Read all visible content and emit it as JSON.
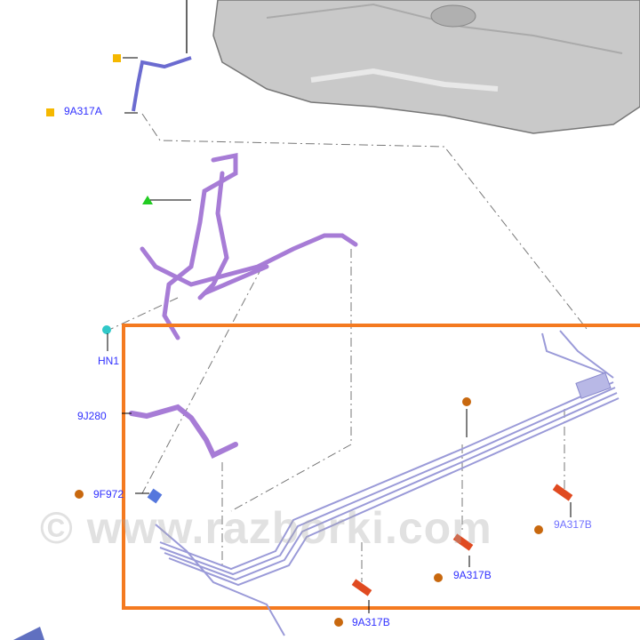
{
  "labels": {
    "tank_strap": "9A317A",
    "clip_hn1": "HN1",
    "hose_9j280": "9J280",
    "connector_9f972": "9F972",
    "clip_right": "9A317B",
    "clip_middle": "9A317B",
    "clip_bottom": "9A317B"
  },
  "watermark": "© www.razborki.com",
  "colors": {
    "highlight_frame": "#f47a20",
    "label_text": "#3030ff",
    "pipe_purple": "#a77cd6",
    "brake_lines": "#9a9ad8",
    "clip_red": "#e04a20",
    "marker_orange": "#c8680e",
    "marker_yellow": "#f5b800",
    "marker_green": "#22cc22"
  }
}
